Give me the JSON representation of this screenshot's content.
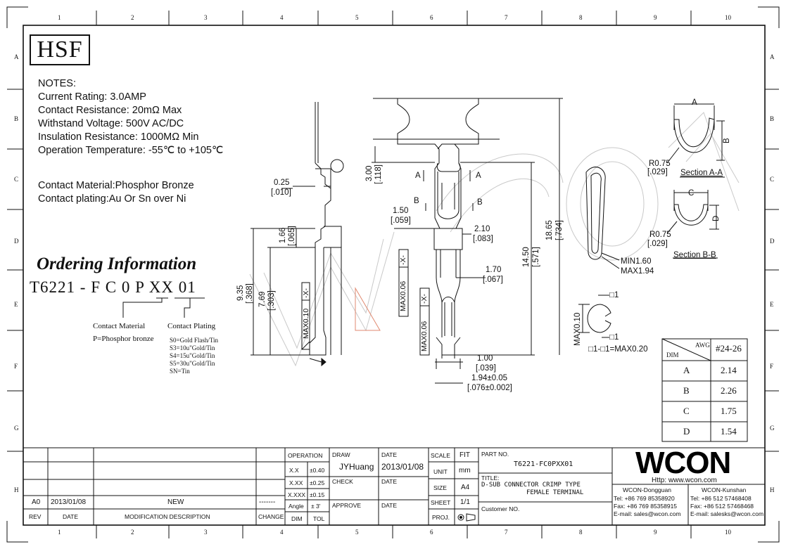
{
  "logo_box": "HSF",
  "notes": {
    "heading": "NOTES:",
    "lines": [
      "Current Rating: 3.0AMP",
      "Contact Resistance: 20mΩ Max",
      "Withstand Voltage: 500V AC/DC",
      "Insulation Resistance: 1000MΩ Min",
      "Operation Temperature: -55℃ to +105℃"
    ],
    "material": "Contact Material:Phosphor Bronze",
    "plating": "Contact plating:Au Or Sn over Ni"
  },
  "ordering": {
    "title": "Ordering Information",
    "code": "T6221 - F C 0 P XX 01",
    "material_label": "Contact Material",
    "material_value": "P=Phosphor bronze",
    "plating_label": "Contact Plating",
    "plating_options": [
      "S0=Gold Flash/Tin",
      "S3=10u\"Gold/Tin",
      "S4=15u\"Gold/Tin",
      "S5=30u\"Gold/Tin",
      "SN=Tin"
    ]
  },
  "dimensions": {
    "d_025": "0.25",
    "d_010": "[.010]",
    "d_166": "1.66",
    "d_065": "[.065]",
    "d_935": "9.35",
    "d_368": "[.368]",
    "d_769": "7.69",
    "d_303": "[.303]",
    "d_max010": "MAX0.10",
    "d_x1": "-X-",
    "d_300": "3.00",
    "d_118": "[.118]",
    "d_150": "1.50",
    "d_059": "[.059]",
    "d_210": "2.10",
    "d_083": "[.083]",
    "d_170": "1.70",
    "d_067": "[.067]",
    "d_max006a": "MAX0.06",
    "d_max006b": "MAX0.06",
    "d_x2": "-X-",
    "d_x3": "-X-",
    "d_1450": "14.50",
    "d_571": "[.571]",
    "d_1865": "18.65",
    "d_734": "[.734]",
    "d_100": "1.00",
    "d_039": "[.039]",
    "d_194": "1.94±0.05",
    "d_076": "[.076±0.002]",
    "d_min160": "MIN1.60",
    "d_max194": "MAX1.94",
    "sec_a_label": "A",
    "sec_b_label": "B",
    "sec_a_a": "Section A-A",
    "sec_b_b": "Section B-B",
    "r075a": "R0.75",
    "r029a": "[.029]",
    "r075b": "R0.75",
    "r029b": "[.029]",
    "dim_A": "A",
    "dim_B": "B",
    "dim_C": "C",
    "dim_D": "D",
    "circ_max010": "MAX0.10",
    "circ_ref1": "□1",
    "circ_ref2": "□1",
    "circ_note": "□1-□1=MAX0.20"
  },
  "awg_table": {
    "dim_header": "DIM",
    "awg_header": "AWG",
    "awg_value": "#24-26",
    "rows": [
      {
        "dim": "A",
        "val": "2.14"
      },
      {
        "dim": "B",
        "val": "2.26"
      },
      {
        "dim": "C",
        "val": "1.75"
      },
      {
        "dim": "D",
        "val": "1.54"
      }
    ]
  },
  "title_block": {
    "rev_row": {
      "rev": "A0",
      "date": "2013/01/08",
      "desc": "NEW",
      "change": "-------"
    },
    "headers": {
      "rev": "REV",
      "date": "DATE",
      "desc": "MODIFICATION DESCRIPTION",
      "change": "CHANGE"
    },
    "operation": "OPERATION",
    "tolerances": [
      {
        "dim": "X.X",
        "tol": "±0.40"
      },
      {
        "dim": "X.XX",
        "tol": "±0.25"
      },
      {
        "dim": "X.XXX",
        "tol": "±0.15"
      },
      {
        "dim": "Angle",
        "tol": "± 3'"
      }
    ],
    "dim_label": "DIM",
    "tol_label": "TOL",
    "draw_label": "DRAW",
    "draw_value": "JYHuang",
    "date_label1": "DATE",
    "date_value1": "2013/01/08",
    "check_label": "CHECK",
    "date_label2": "DATE",
    "approve_label": "APPROVE",
    "date_label3": "DATE",
    "scale_label": "SCALE",
    "scale_value": "FIT",
    "unit_label": "UNIT",
    "unit_value": "mm",
    "size_label": "SIZE",
    "size_value": "A4",
    "sheet_label": "SHEET",
    "sheet_value": "1/1",
    "proj_label": "PROJ.",
    "part_no_label": "PART NO.",
    "part_no_value": "T6221-FC0PXX01",
    "title_label": "TITLE:",
    "title_line1": "D-SUB CONNECTOR CRIMP TYPE",
    "title_line2": "FEMALE TERMINAL",
    "customer_label": "Customer NO.",
    "company_logo": "WCON",
    "http": "Http: www.wcon.com",
    "dongguan": {
      "name": "WCON-Dongguan",
      "tel": "Tel: +86 769 85358920",
      "fax": "Fax: +86 769 85358915",
      "email": "E-mail: sales@wcon.com"
    },
    "kunshan": {
      "name": "WCON-Kunshan",
      "tel": "Tel: +86 512 57468408",
      "fax": "Fax: +86 512 57468468",
      "email": "E-mail: salesks@wcon.com"
    }
  },
  "frame": {
    "col_numbers": [
      "1",
      "2",
      "3",
      "4",
      "5",
      "6",
      "7",
      "8",
      "9",
      "10"
    ],
    "row_letters": [
      "A",
      "B",
      "C",
      "D",
      "E",
      "F",
      "G",
      "H"
    ]
  },
  "watermark": "WCON"
}
